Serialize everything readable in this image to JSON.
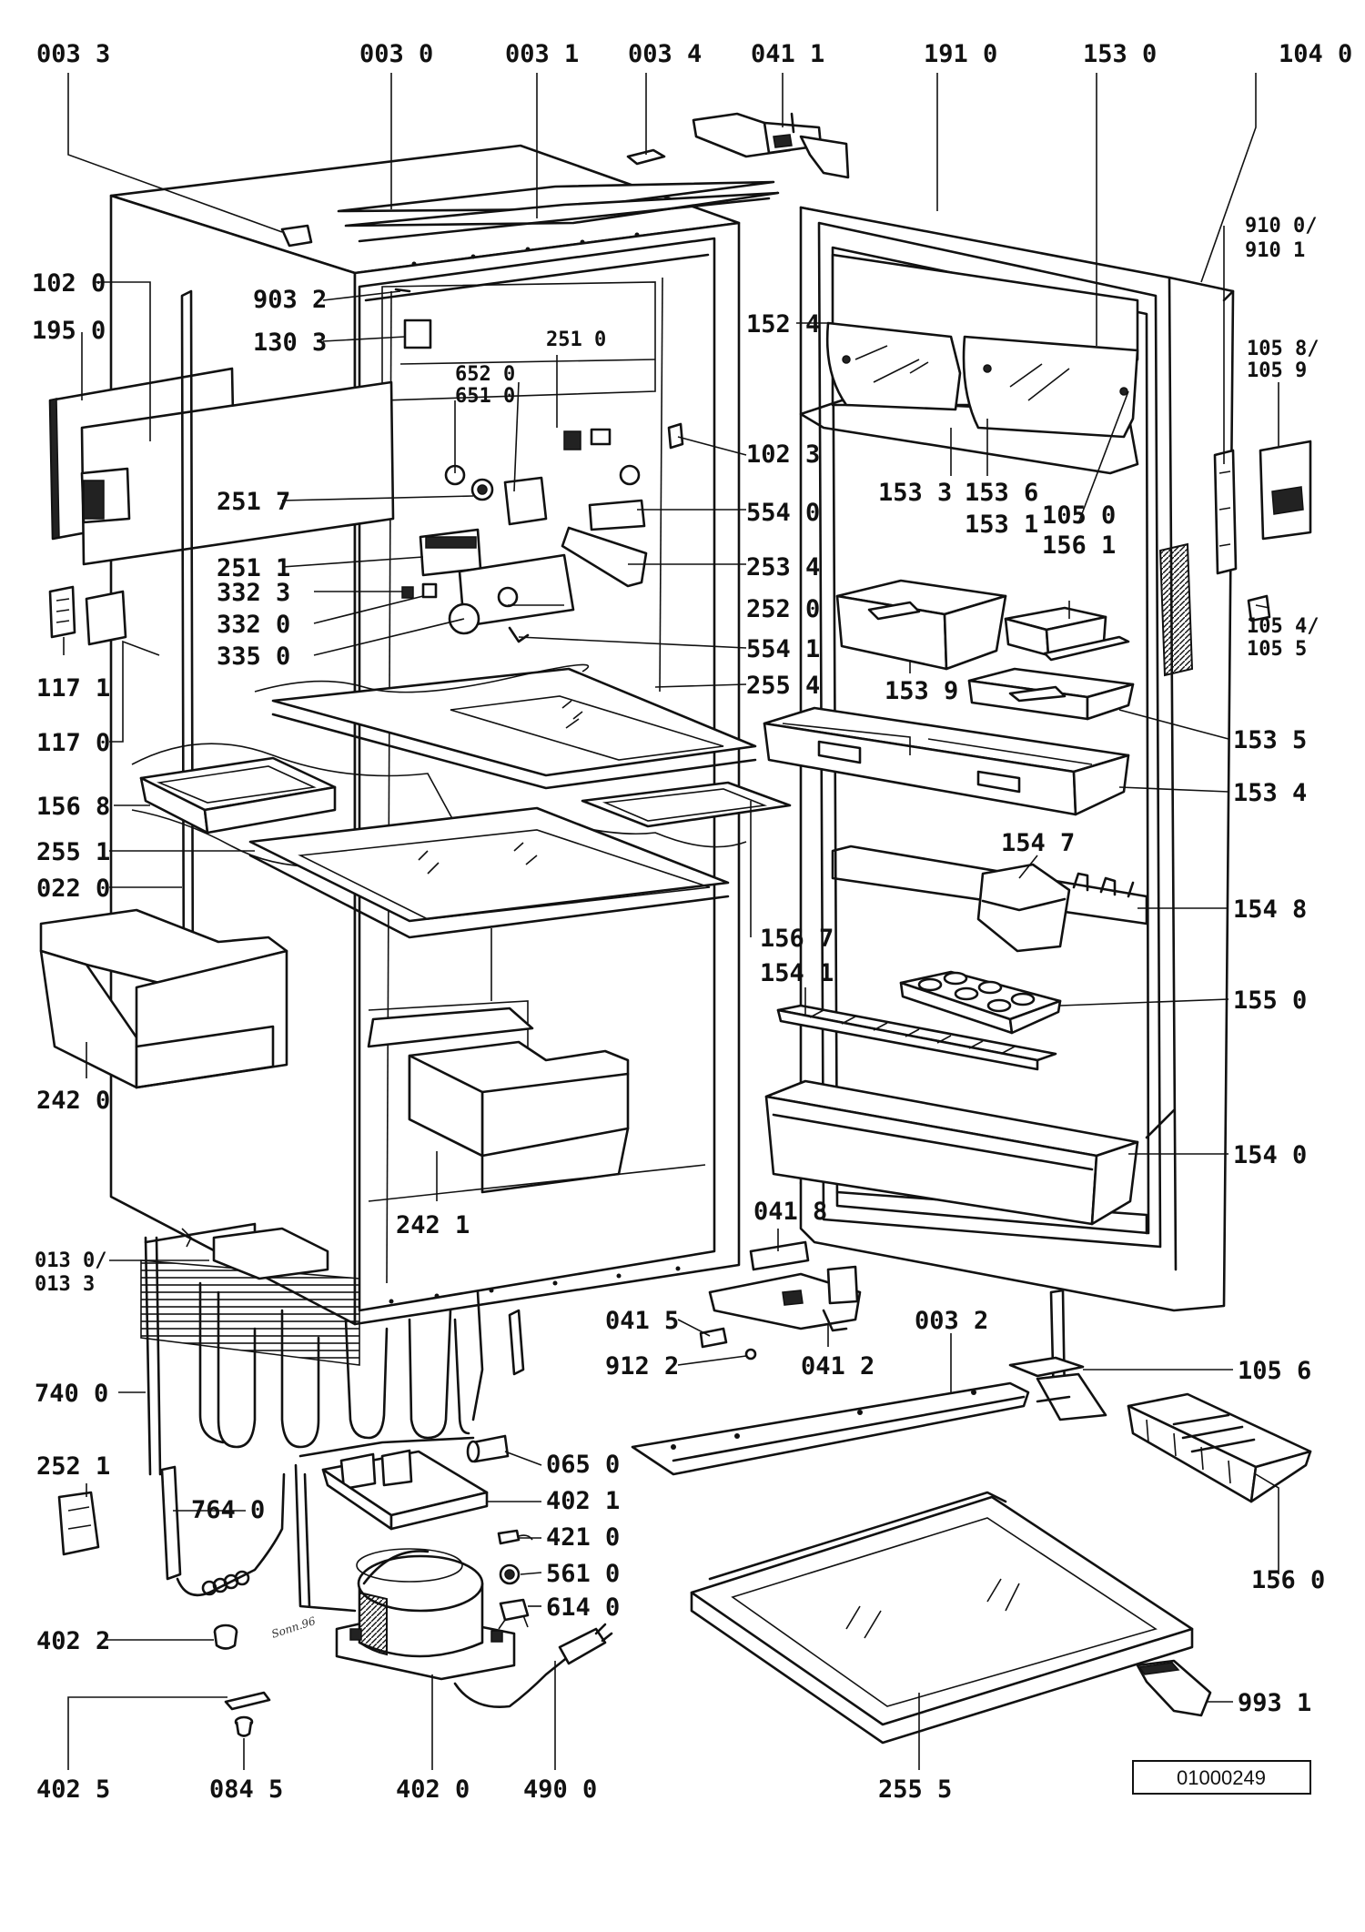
{
  "labels": {
    "l0033": "003 3",
    "l0030": "003 0",
    "l0031": "003 1",
    "l0034": "003 4",
    "l0411": "041 1",
    "l1910": "191 0",
    "l1530": "153 0",
    "l1040": "104 0",
    "l9100": "910 0/",
    "l9101": "910 1",
    "l1020": "102 0",
    "l1950": "195 0",
    "l9032": "903 2",
    "l1303": "130 3",
    "l2510": "251 0",
    "l6520": "652 0",
    "l6510": "651 0",
    "l1023": "102 3",
    "l1524": "152 4",
    "l1058": "105 8/",
    "l1059": "105 9",
    "l2517": "251 7",
    "l5540": "554 0",
    "l1533": "153 3",
    "l1536": "153 6",
    "l1531": "153 1",
    "l2511": "251 1",
    "l2534": "253 4",
    "l3323": "332 3",
    "l2520": "252 0",
    "l3320": "332 0",
    "l5541": "554 1",
    "l3350": "335 0",
    "l1050": "105 0",
    "l1561": "156 1",
    "l1054": "105 4/",
    "l1055": "105 5",
    "l1539": "153 9",
    "l2554": "255 4",
    "l1171": "117 1",
    "l1170": "117 0",
    "l1535": "153 5",
    "l1534": "153 4",
    "l1568": "156 8",
    "l2551": "255 1",
    "l0220": "022 0",
    "l1547": "154 7",
    "l1548": "154 8",
    "l1567": "156 7",
    "l1541": "154 1",
    "l1550": "155 0",
    "l2420": "242 0",
    "l2421": "242 1",
    "l1540": "154 0",
    "l0418": "041 8",
    "l0130": "013 0/",
    "l0133": "013 3",
    "l0415": "041 5",
    "l0032": "003 2",
    "l9122": "912 2",
    "l0412": "041 2",
    "l1056": "105 6",
    "l7400": "740 0",
    "l2521": "252 1",
    "l0650": "065 0",
    "l7640": "764 0",
    "l4021": "402 1",
    "l4210": "421 0",
    "l5610": "561 0",
    "l6140": "614 0",
    "l1560": "156 0",
    "l4022": "402 2",
    "l9931": "993 1",
    "l4025": "402 5",
    "l0845": "084 5",
    "l4020": "402 0",
    "l4900": "490 0",
    "l2555": "255 5"
  },
  "drawing_ref": "01000249",
  "signature": "Sonn.96"
}
